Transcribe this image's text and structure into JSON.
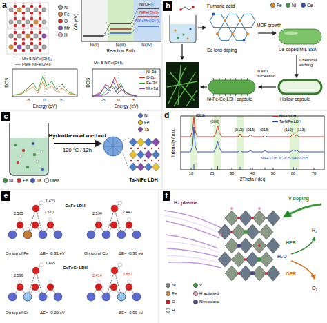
{
  "diagram": {
    "nodes": [
      {
        "text": [
          "b"
        ]
      },
      {
        "text": [
          "c"
        ]
      },
      {
        "text": [
          "e"
        ]
      },
      {
        "text": [
          "f"
        ]
      }
    ],
    "labels": [
      "a",
      "ΔG (eV)",
      "Reaction Path",
      "Ni(II)",
      "Ni(III)",
      "Ni(IV)",
      "Ni(OH)₂",
      "NiFe(OH)₂",
      "NiFeMn(OH)₂",
      "Mn-5 NiFe(OH)₂",
      "DOS",
      "Energy (eV)",
      "-5",
      "0",
      "5",
      "DOS",
      "Energy (eV)",
      "-5",
      "0",
      "5",
      "Fumaric acid",
      "Ce ions doping",
      "MOF growth",
      "Ce-doped MIL-88A",
      "Chemical etching",
      "Hollow capsule",
      "In situ nucleation",
      "Ni-Fe-Ce-LDH capsule",
      "Hydrothermal method",
      "120 °C / 12h",
      "Ta-NiFe LDH",
      "d",
      "Intensity / a.u.",
      "2Theta / deg",
      "10",
      "20",
      "30",
      "40",
      "50",
      "60",
      "70",
      "NiFe LDH JCPDS 040-0215",
      "(003)",
      "(006)",
      "(012)",
      "(015)",
      "(018)",
      "(110)",
      "(113)",
      "CoFe LDH",
      "On top of Fe",
      "ΔE= -0.31 eV",
      "On top of Co",
      "ΔE= -0.36 eV",
      "CoFeCr LDH",
      "On top of Cr",
      "ΔE= -0.29 eV",
      "ΔE= -0.99 eV",
      "2.565",
      "2.570",
      "1.423",
      "2.534",
      "2.447",
      "2.596",
      "1.445",
      "2.852",
      "2.414",
      "H₂ plasma",
      "V doping",
      "HER",
      "H₂",
      "OER",
      "O₂",
      "H₂O"
    ],
    "legend": [
      {
        "text": "Ni",
        "color": "#a8a8a8"
      },
      {
        "text": "Fe",
        "color": "#d98b3a"
      },
      {
        "text": "O",
        "color": "#d62020"
      },
      {
        "text": "Mn",
        "color": "#8a4fb0"
      },
      {
        "text": "H",
        "color": "#f4b8c8"
      },
      {
        "text": "Mn-5 NiFe(OH)₂"
      },
      {
        "text": "Pure NiFe(OH)₂"
      },
      {
        "text": "Ni-3d"
      },
      {
        "text": "O-2p"
      },
      {
        "text": "Fe-3d"
      },
      {
        "text": "Mn-3d"
      },
      {
        "text": "Fe",
        "color": "#e08a2a"
      },
      {
        "text": "Ni",
        "color": "#3aa040"
      },
      {
        "text": "Ce",
        "color": "#3050c0"
      },
      {
        "text": "Ni",
        "color": "#3a9a3a"
      },
      {
        "text": "Fe",
        "color": "#d03030"
      },
      {
        "text": "Ta",
        "color": "#3050d0"
      },
      {
        "text": "urea",
        "color": "#eeeeee"
      },
      {
        "text": "Ni",
        "color": "#4a7ac8"
      },
      {
        "text": "Fe",
        "color": "#e8c030"
      },
      {
        "text": "Ta",
        "color": "#8a4ab0"
      },
      {
        "text": "NiFe LDH"
      },
      {
        "text": "Ta-NiFe LDH"
      },
      {
        "text": "Ni",
        "color": "#8a8a8a"
      },
      {
        "text": "Fe",
        "color": "#c87a30"
      },
      {
        "text": "O",
        "color": "#d62020"
      },
      {
        "text": "H",
        "color": "#f4f4f4"
      },
      {
        "text": "V",
        "color": "#3a9a3a"
      },
      {
        "text": "H activited",
        "color": "#f59ab0"
      },
      {
        "text": "Ni reduced",
        "color": "#4a4a8a"
      }
    ]
  }
}
